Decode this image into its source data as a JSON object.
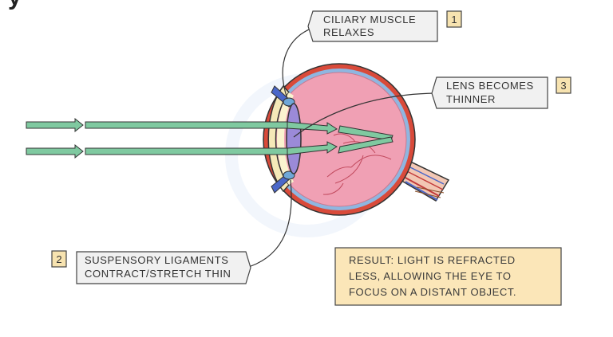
{
  "header_fragment": "y",
  "labels": [
    {
      "number": "1",
      "line1": "CILIARY MUSCLE",
      "line2": "RELAXES"
    },
    {
      "number": "2",
      "line1": "SUSPENSORY LIGAMENTS",
      "line2": "CONTRACT/STRETCH THIN"
    },
    {
      "number": "3",
      "line1": "LENS BECOMES",
      "line2": "THINNER"
    }
  ],
  "result": {
    "line1": "RESULT: LIGHT IS REFRACTED",
    "line2": "LESS, ALLOWING THE EYE TO",
    "line3": "FOCUS ON A DISTANT OBJECT."
  },
  "colors": {
    "light_ray": "#7fc9a0",
    "eye_interior": "#f0a0b4",
    "sclera": "#d94a3a",
    "label_box": "#f1f1f1",
    "number_box": "#f7e3b0",
    "result_box": "#fbe6b8"
  }
}
